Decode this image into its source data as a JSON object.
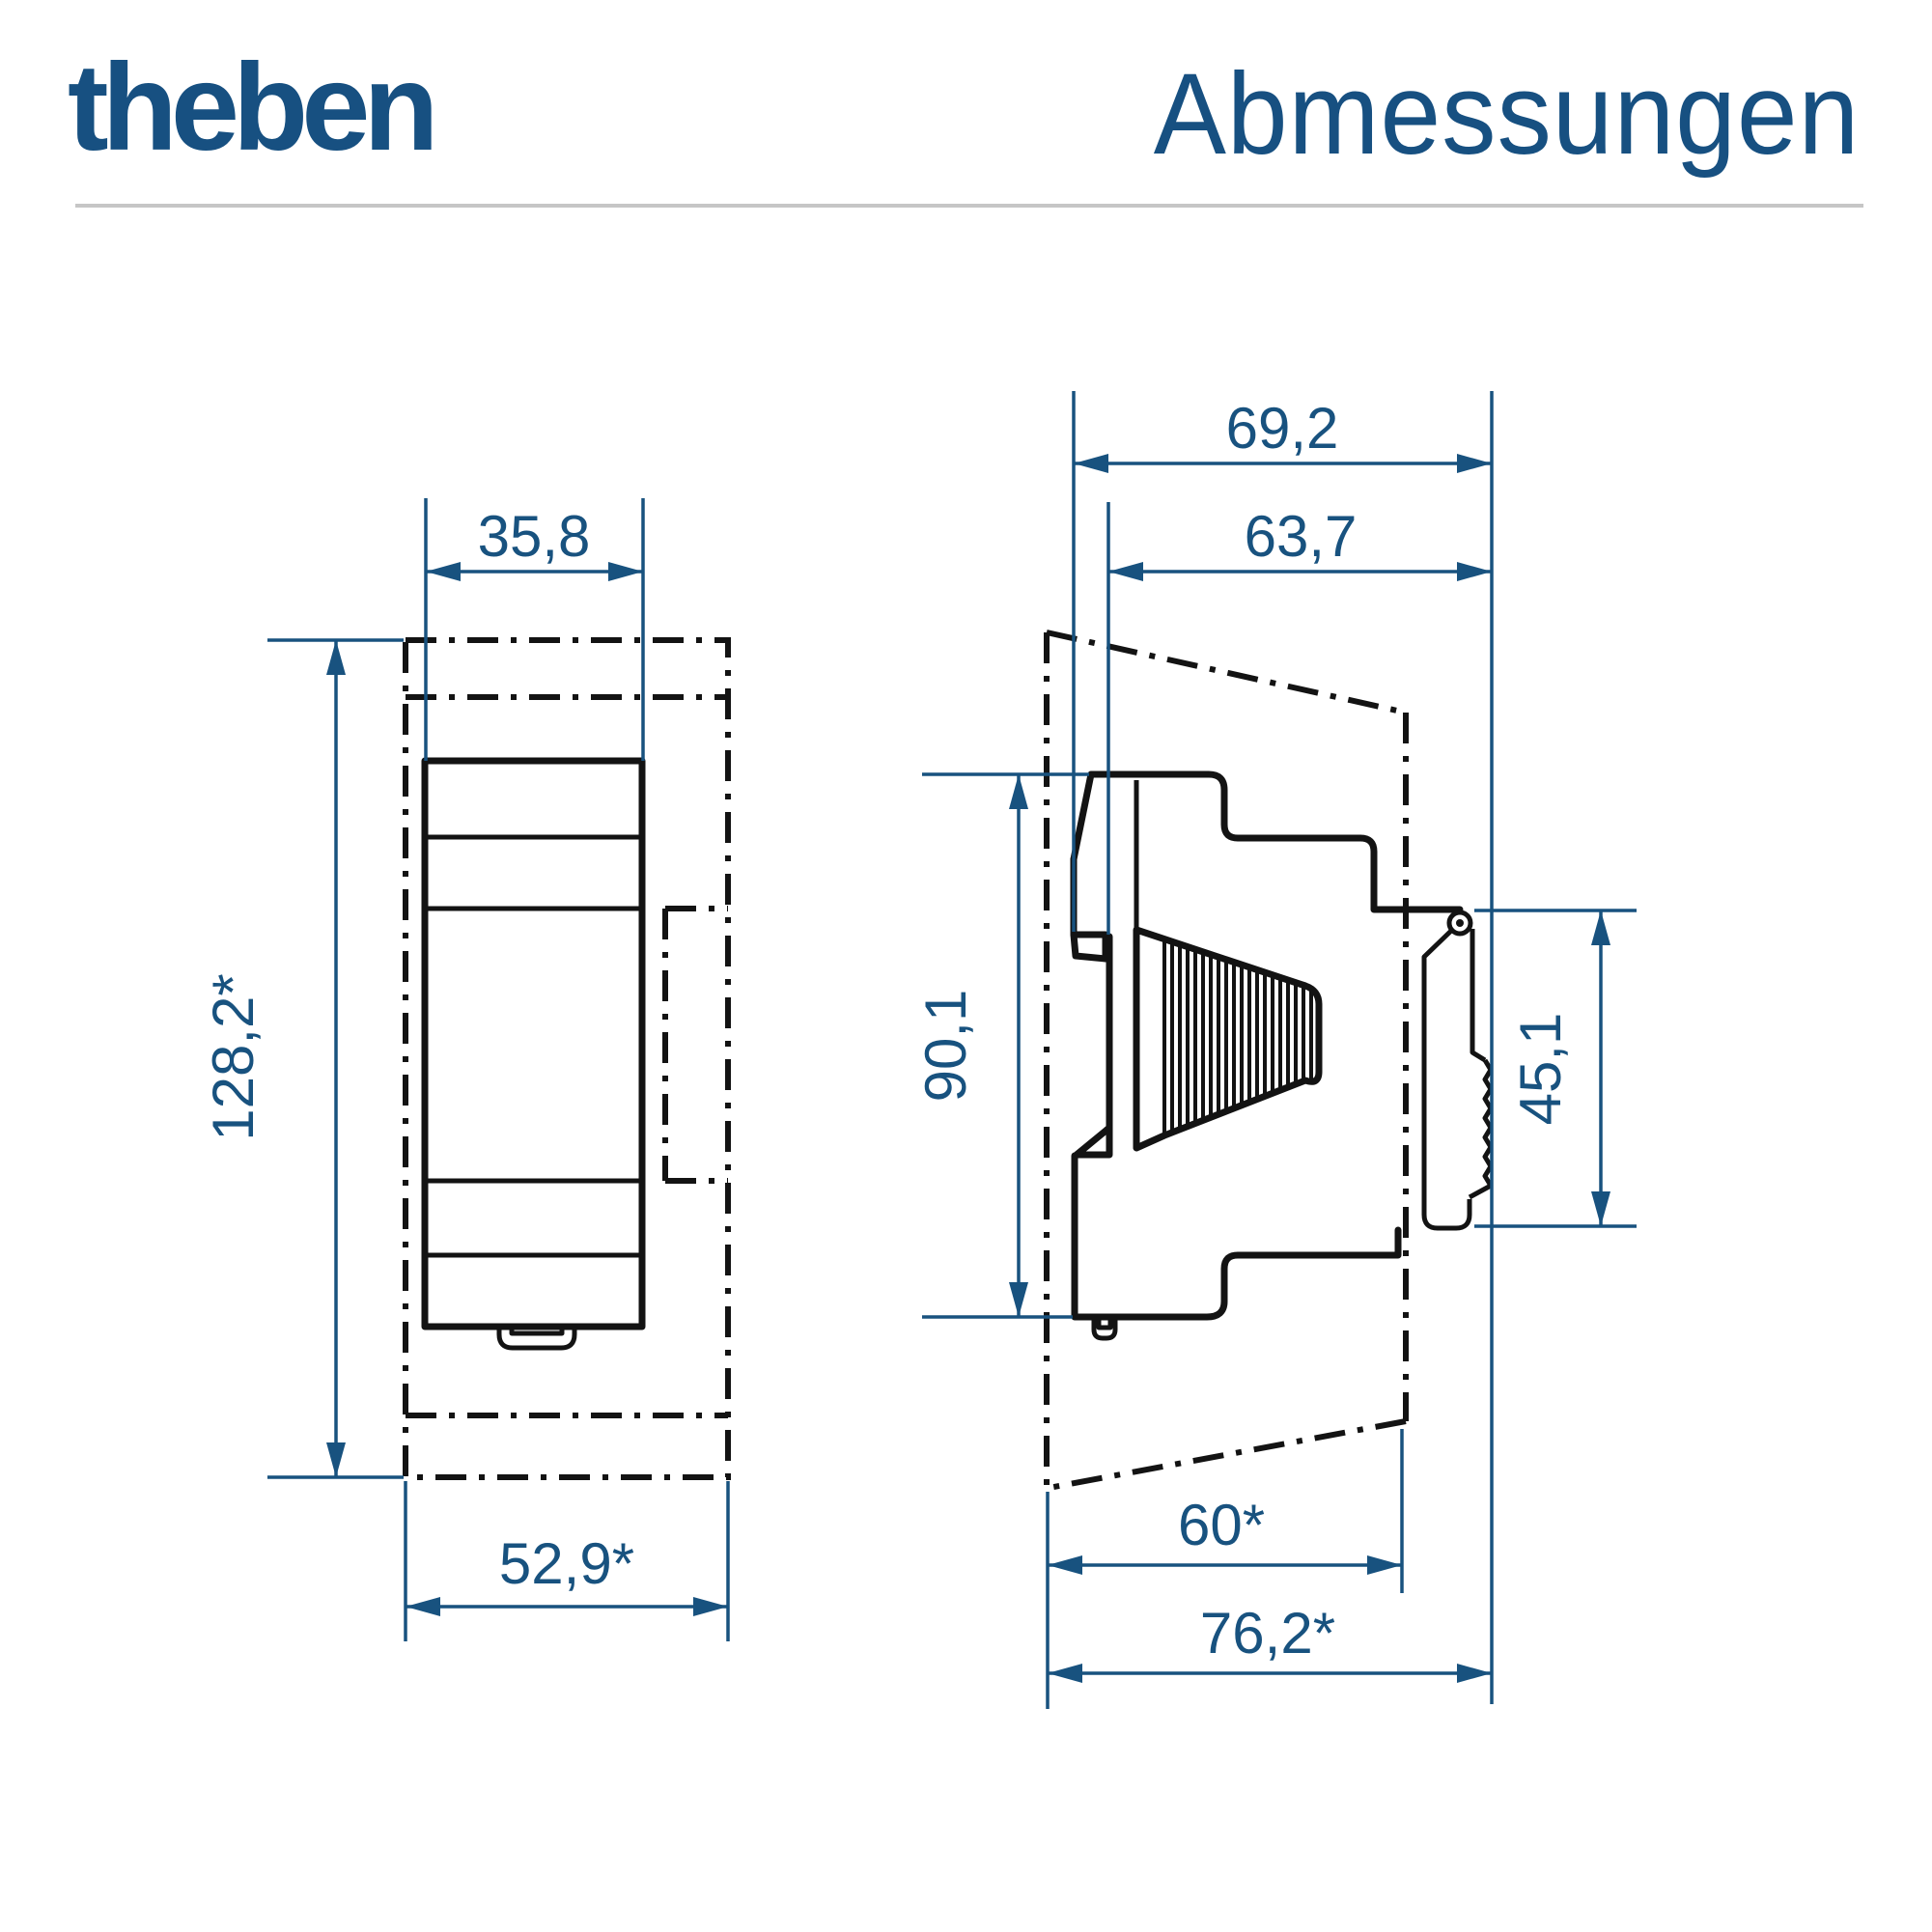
{
  "header": {
    "logo": "theben",
    "title": "Abmessungen"
  },
  "front_view": {
    "dim_width_top": "35,8",
    "dim_height": "128,2*",
    "dim_width_bottom": "52,9*"
  },
  "side_view": {
    "dim_depth_total": "69,2",
    "dim_depth_front": "63,7",
    "dim_height_body": "90,1",
    "dim_height_din_window": "45,1",
    "dim_depth_flush": "60*",
    "dim_depth_max": "76,2*"
  },
  "colors": {
    "brand_blue": "#175081",
    "dimension_blue": "#18527f",
    "line_black": "#131313",
    "divider_gray": "#c6c6c6",
    "background": "#ffffff"
  }
}
